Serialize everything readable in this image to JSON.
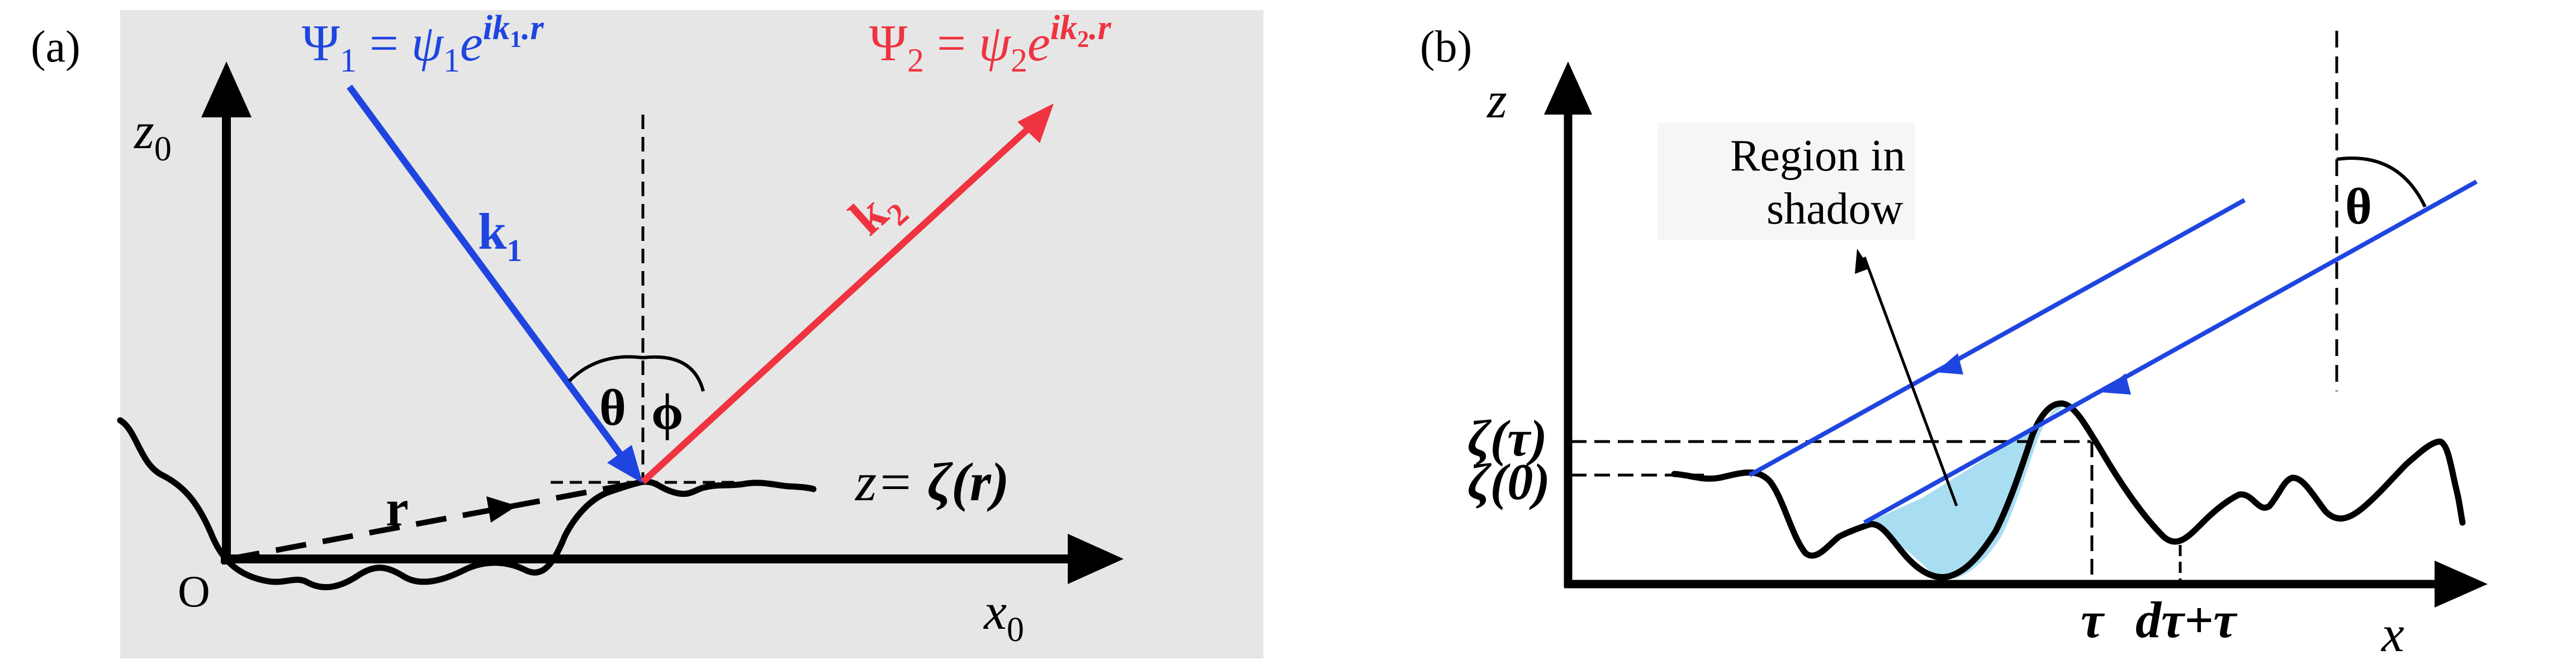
{
  "panel_a": {
    "letter": "(a)",
    "psi1": {
      "base": "Ψ",
      "sub": "1",
      "eq": " = ",
      "lower": "ψ",
      "lower_sub": "1",
      "e": "e",
      "exp": "ik",
      "exp_sub": "1",
      "exp_tail": ".r",
      "color": "#1f45e0"
    },
    "psi2": {
      "base": "Ψ",
      "sub": "2",
      "eq": " = ",
      "lower": "ψ",
      "lower_sub": "2",
      "e": "e",
      "exp": "ik",
      "exp_sub": "2",
      "exp_tail": ".r",
      "color": "#ef3340"
    },
    "z_axis": {
      "base": "z",
      "sub": "0"
    },
    "x_axis": {
      "base": "x",
      "sub": "0"
    },
    "k1": {
      "base": "k",
      "sub": "1"
    },
    "k2": {
      "base": "k",
      "sub": "2"
    },
    "theta": "θ",
    "phi": "ϕ",
    "r": "r",
    "origin": "O",
    "surface_eq": {
      "lhs": "z= ",
      "rhs": "ζ(r)"
    },
    "background": "#e6e6e6"
  },
  "panel_b": {
    "letter": "(b)",
    "z_axis": "z",
    "x_axis": "x",
    "theta": "θ",
    "region_label_line1": "Region in",
    "region_label_line2": "shadow",
    "zeta_tau": "ζ(τ)",
    "zeta_0": "ζ(0)",
    "tau": "τ",
    "dtau": "dτ+τ",
    "ray_color": "#1f45e0",
    "shadow_fill": "#a9def2"
  }
}
